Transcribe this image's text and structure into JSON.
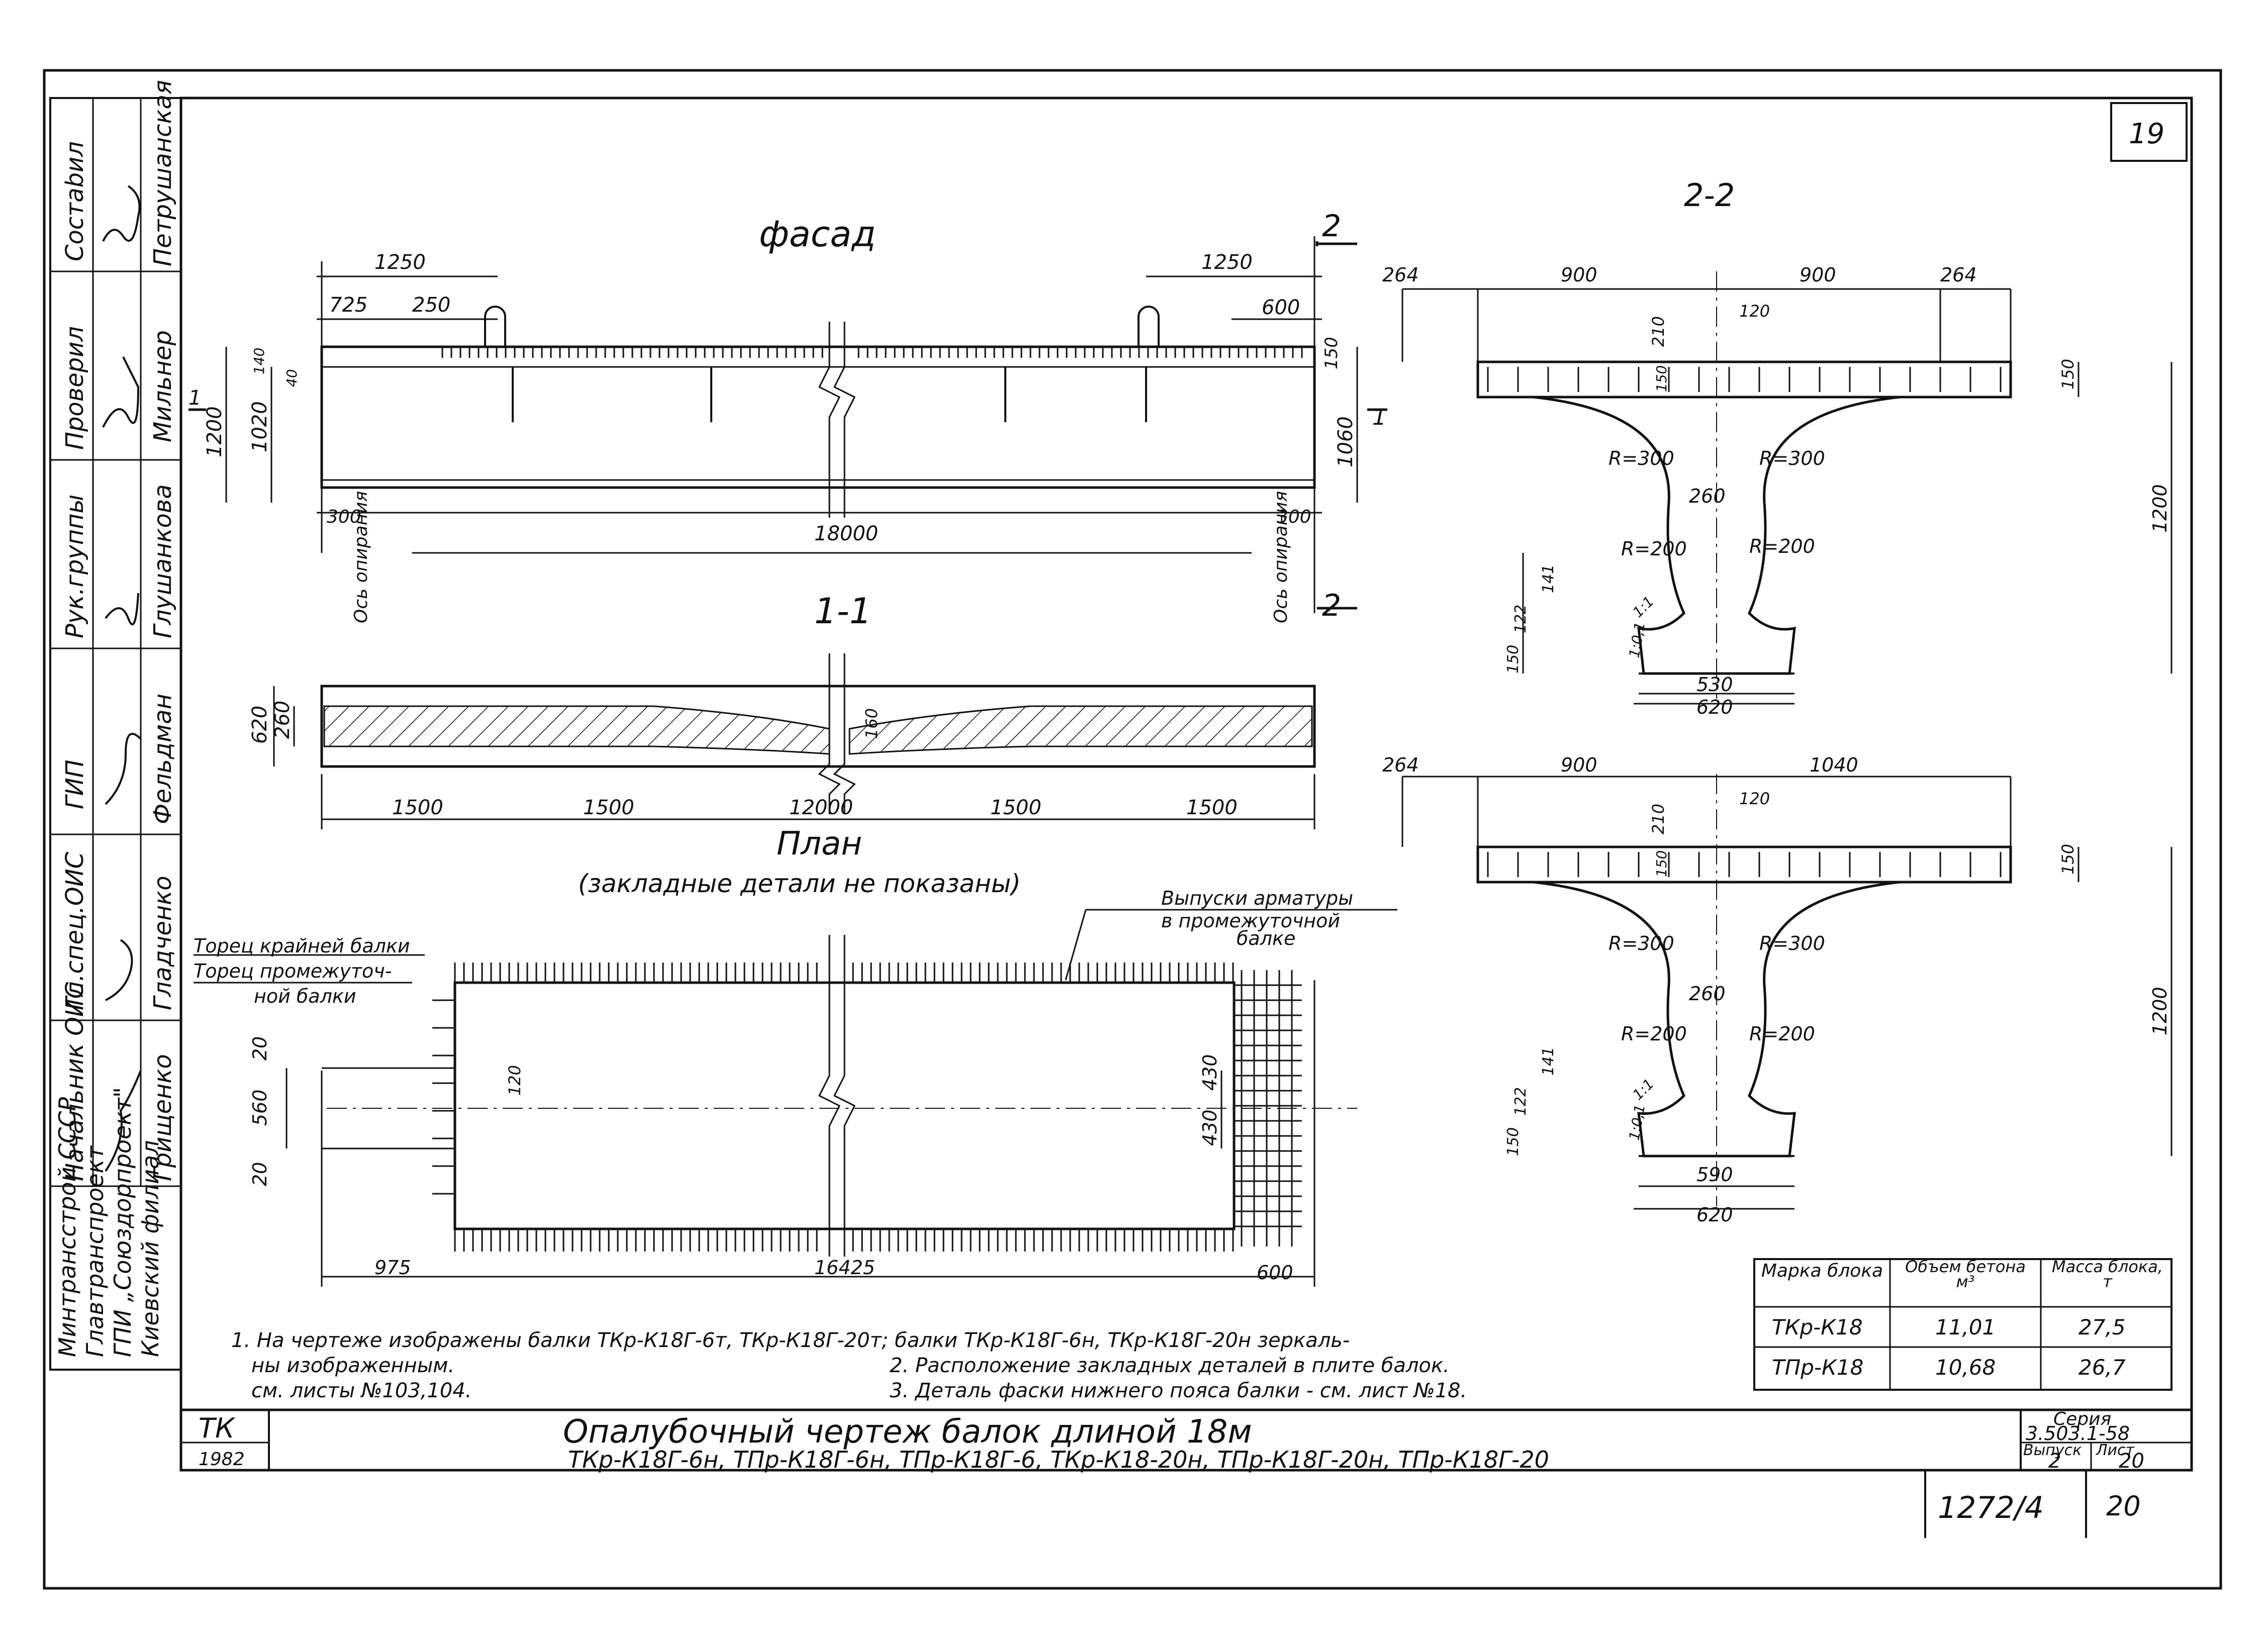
{
  "sheet_number": "19",
  "stamp": {
    "roles": [
      "Состаbил",
      "Проверил",
      "Рук.группы",
      "ГИП",
      "Гл.спец.ОИС",
      "Начальник ОИС"
    ],
    "names": [
      "Петрушанская",
      "Мильнер",
      "Глушанкова",
      "Фельдман",
      "Гладченко",
      "Грищенко"
    ],
    "org": [
      "Минтрансстрой СССР",
      "Главтранспроект",
      "ГПИ „Союздорпроект\"",
      "Киевский филиал"
    ]
  },
  "views": {
    "facade_title": "фасад",
    "section_11_title": "1-1",
    "section_22_title": "2-2",
    "plan_title": "План",
    "plan_subtitle": "(закладные детали не показаны)"
  },
  "facade": {
    "dims": [
      "1250",
      "725",
      "250",
      "1250",
      "600",
      "1200",
      "1020",
      "140",
      "40",
      "150",
      "1060",
      "300",
      "18000",
      "300"
    ],
    "section_marks": [
      "2",
      "2",
      "1",
      "1"
    ],
    "axis_labels": [
      "Ось опирания",
      "Ось опирания"
    ]
  },
  "section_11": {
    "dims": [
      "620",
      "260",
      "160",
      "1500",
      "1500",
      "12000",
      "1500",
      "1500"
    ]
  },
  "plan": {
    "labels": [
      "Торец крайней балки",
      "Торец промежуточ-",
      "ной балки",
      "Выпуски арматуры",
      "в промежуточной",
      "балке"
    ],
    "dims": [
      "20",
      "560",
      "20",
      "120",
      "430",
      "430",
      "975",
      "16425",
      "600"
    ]
  },
  "section_22": {
    "dims_top": [
      "264",
      "900",
      "900",
      "264",
      "120",
      "210",
      "150",
      "150",
      "R=300",
      "R=300",
      "260",
      "R=200",
      "R=200",
      "141",
      "122",
      "150",
      "1:1",
      "1:0,1",
      "1200",
      "530",
      "620"
    ],
    "dims_bottom": [
      "264",
      "900",
      "1040",
      "120",
      "210",
      "150",
      "150",
      "R=300",
      "R=300",
      "260",
      "R=200",
      "R=200",
      "141",
      "122",
      "150",
      "1:1",
      "1:0,1",
      "1200",
      "590",
      "620"
    ]
  },
  "table": {
    "headers": [
      "Марка блока",
      "Объем бетона м³",
      "Масса блока, т"
    ],
    "rows": [
      [
        "ТКр-К18",
        "11,01",
        "27,5"
      ],
      [
        "ТПр-К18",
        "10,68",
        "26,7"
      ]
    ]
  },
  "notes": [
    "1. На чертеже изображены балки ТКр-К18Г-6т, ТКр-К18Г-20т; балки ТКр-К18Г-6н, ТКр-К18Г-20н зеркаль-",
    "ны изображенным.",
    "2. Расположение закладных деталей в плите балок.",
    "см. листы №103,104.",
    "3. Деталь фаски нижнего пояса балки - см. лист №18."
  ],
  "title_block": {
    "code": "ТК",
    "year": "1982",
    "title_line1": "Опалубочный чертеж балок длиной 18м",
    "title_line2": "ТКр-К18Г-6н, ТПр-К18Г-6н, ТПр-К18Г-6, ТКр-К18-20н, ТПр-К18Г-20н, ТПр-К18Г-20",
    "series_label": "Серия",
    "series": "3.503.1-58",
    "issue_label": "Выпуск",
    "issue": "2",
    "sheet_label": "Лист",
    "sheet": "20"
  },
  "archive": {
    "number": "1272/4",
    "page": "20"
  }
}
